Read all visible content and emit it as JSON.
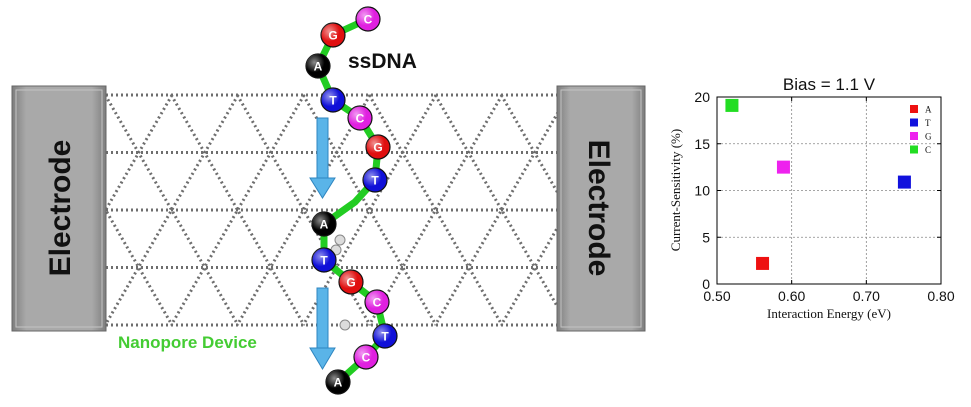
{
  "diagram": {
    "left_electrode_label": "Electrode",
    "right_electrode_label": "Electrode",
    "strand_label": "ssDNA",
    "device_label": "Nanopore Device",
    "bases": [
      "C",
      "G",
      "A",
      "T",
      "C",
      "G",
      "T",
      "A",
      "T",
      "G",
      "C",
      "T",
      "C",
      "A"
    ],
    "colors": {
      "A": "#000000",
      "T": "#1010d8",
      "G": "#e01010",
      "C": "#e020e0",
      "backbone": "#22cc22",
      "arrow": "#5ab4e8",
      "electrode": "#8a8a8a",
      "graphene": "#6e6e6e",
      "device_label": "#44cc33"
    }
  },
  "chart_data": {
    "type": "scatter",
    "title": "Bias = 1.1 V",
    "xlabel": "Interaction Energy (eV)",
    "ylabel": "Current-Sensitivity (%)",
    "xlim": [
      0.5,
      0.8
    ],
    "ylim": [
      0,
      20
    ],
    "xticks": [
      "0.50",
      "0.60",
      "0.70",
      "0.80"
    ],
    "yticks": [
      "0",
      "5",
      "10",
      "15",
      "20"
    ],
    "grid": true,
    "legend_position": "top-right",
    "series": [
      {
        "name": "A",
        "color": "#ee1111",
        "points": [
          [
            0.561,
            2.2
          ]
        ]
      },
      {
        "name": "T",
        "color": "#1111dd",
        "points": [
          [
            0.751,
            10.9
          ]
        ]
      },
      {
        "name": "G",
        "color": "#ee22ee",
        "points": [
          [
            0.589,
            12.5
          ]
        ]
      },
      {
        "name": "C",
        "color": "#22dd22",
        "points": [
          [
            0.52,
            19.1
          ]
        ]
      }
    ]
  }
}
